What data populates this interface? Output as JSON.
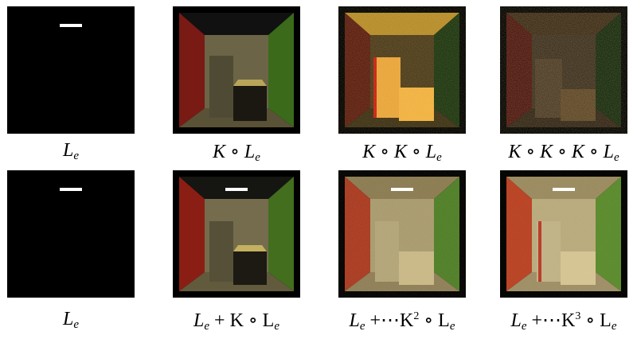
{
  "rows": [
    {
      "cells": [
        {
          "caption": {
            "pre": "",
            "base": "L",
            "sub": "e",
            "post": ""
          }
        },
        {
          "caption": {
            "pre": "K ∘ ",
            "base": "L",
            "sub": "e",
            "post": ""
          }
        },
        {
          "caption": {
            "pre": "K ∘ K ∘ ",
            "base": "L",
            "sub": "e",
            "post": ""
          }
        },
        {
          "caption": {
            "pre": "K ∘ K ∘ K ∘ ",
            "base": "L",
            "sub": "e",
            "post": ""
          }
        }
      ]
    },
    {
      "cells": [
        {
          "caption": {
            "pre": "",
            "base": "L",
            "sub": "e",
            "post": ""
          }
        },
        {
          "caption": {
            "pre": "",
            "base": "L",
            "sub": "e",
            "post": " + K ∘ L",
            "post_sub": "e"
          }
        },
        {
          "caption": {
            "pre": "",
            "base": "L",
            "sub": "e",
            "post": " +⋯K",
            "post_sup": "2",
            "tail": " ∘ L",
            "tail_sub": "e"
          }
        },
        {
          "caption": {
            "pre": "",
            "base": "L",
            "sub": "e",
            "post": " +⋯K",
            "post_sup": "3",
            "tail": " ∘ L",
            "tail_sub": "e"
          }
        }
      ]
    }
  ]
}
